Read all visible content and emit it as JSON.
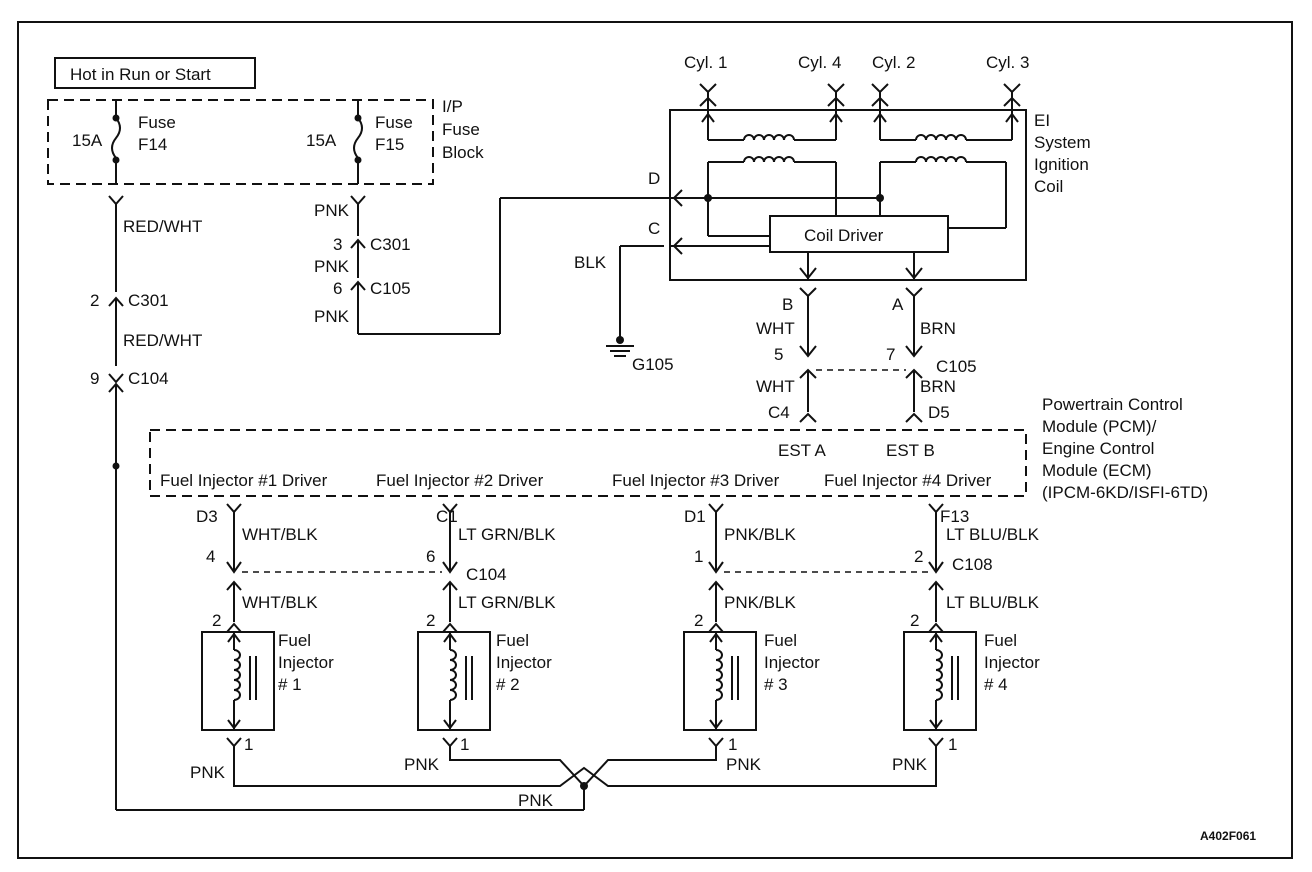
{
  "power": {
    "label": "Hot in Run or Start"
  },
  "fuse_block": {
    "label_lines": [
      "I/P",
      "Fuse",
      "Block"
    ],
    "fuses": [
      {
        "amps": "15A",
        "line1": "Fuse",
        "line2": "F14"
      },
      {
        "amps": "15A",
        "line1": "Fuse",
        "line2": "F15"
      }
    ]
  },
  "left_feed": {
    "wire1": "RED/WHT",
    "conn1_pin": "2",
    "conn1": "C301",
    "wire2": "RED/WHT",
    "conn2_pin": "9",
    "conn2": "C104"
  },
  "pnk_feed": {
    "wire1": "PNK",
    "conn1_pin": "3",
    "conn1": "C301",
    "wire2": "PNK",
    "conn2_pin": "6",
    "conn2": "C105",
    "wire3": "PNK"
  },
  "ignition": {
    "cylinders": [
      "Cyl. 1",
      "Cyl. 4",
      "Cyl. 2",
      "Cyl. 3"
    ],
    "coil_label_lines": [
      "EI",
      "System",
      "Ignition",
      "Coil"
    ],
    "driver": "Coil Driver",
    "term_d": "D",
    "term_c": "C",
    "ground_wire": "BLK",
    "ground": "G105",
    "term_b": "B",
    "wire_b": "WHT",
    "pin_b": "5",
    "term_a": "A",
    "wire_a": "BRN",
    "pin_a": "7",
    "conn": "C105",
    "wire_b2": "WHT",
    "wire_a2": "BRN",
    "pcm_pin_b": "C4",
    "pcm_pin_a": "D5",
    "est_a": "EST A",
    "est_b": "EST B"
  },
  "pcm": {
    "label_lines": [
      "Powertrain Control",
      "Module (PCM)/",
      "Engine Control",
      "Module (ECM)",
      "(IPCM-6KD/ISFI-6TD)"
    ],
    "drivers": [
      "Fuel Injector #1 Driver",
      "Fuel Injector #2 Driver",
      "Fuel Injector #3 Driver",
      "Fuel Injector #4 Driver"
    ]
  },
  "injectors": [
    {
      "pcm_pin": "D3",
      "wire": "WHT/BLK",
      "conn_pin": "4",
      "wire2": "WHT/BLK",
      "inj_pin": "2",
      "line1": "Fuel",
      "line2": "Injector",
      "line3": "# 1",
      "gnd_pin": "1",
      "gnd_wire": "PNK"
    },
    {
      "pcm_pin": "C1",
      "wire": "LT GRN/BLK",
      "conn_pin": "6",
      "wire2": "LT GRN/BLK",
      "inj_pin": "2",
      "line1": "Fuel",
      "line2": "Injector",
      "line3": "# 2",
      "gnd_pin": "1",
      "gnd_wire": "PNK"
    },
    {
      "pcm_pin": "D1",
      "wire": "PNK/BLK",
      "conn_pin": "1",
      "wire2": "PNK/BLK",
      "inj_pin": "2",
      "line1": "Fuel",
      "line2": "Injector",
      "line3": "# 3",
      "gnd_pin": "1",
      "gnd_wire": "PNK"
    },
    {
      "pcm_pin": "F13",
      "wire": "LT BLU/BLK",
      "conn_pin": "2",
      "wire2": "LT BLU/BLK",
      "inj_pin": "2",
      "line1": "Fuel",
      "line2": "Injector",
      "line3": "# 4",
      "gnd_pin": "1",
      "gnd_wire": "PNK"
    }
  ],
  "injector_conn_left": "C104",
  "injector_conn_right": "C108",
  "bottom_wire": "PNK",
  "figure_id": "A402F061"
}
